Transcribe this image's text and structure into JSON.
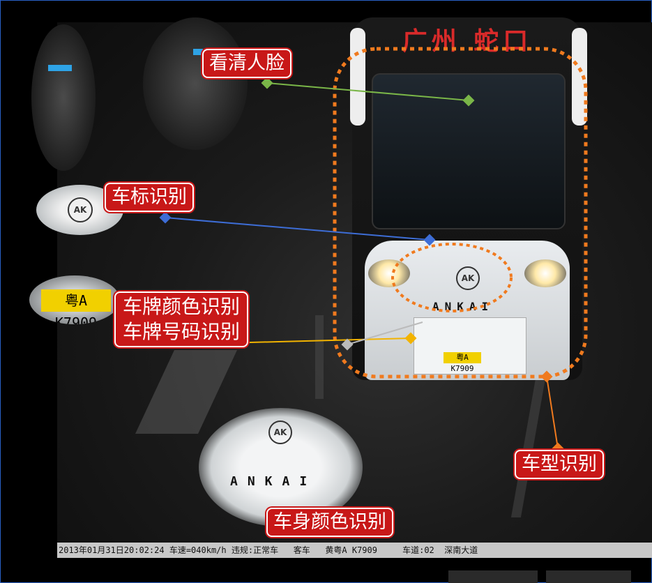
{
  "labels": {
    "face": "看清人脸",
    "brand": "车标识别",
    "plate_color": "车牌颜色识别",
    "plate_number": "车牌号码识别",
    "vehicle_type": "车型识别",
    "body_color": "车身颜色识别"
  },
  "bus": {
    "sign": "广州 蛇口",
    "brand_text": "ANKAI",
    "plate": "粤A K7909"
  },
  "insets": {
    "plate": "粤A K7909",
    "body_brand": "ANKAI",
    "logo_mark": "AK"
  },
  "status_bar": "2013年01月31日20:02:24 车速=040km/h 违规:正常车   客车   黄粤A K7909     车道:02  深南大道",
  "colors": {
    "label_bg": "#c81818",
    "frame_border": "#2a62c8",
    "plate_yellow": "#f1d000",
    "face_line": "#7ab648",
    "brand_line": "#3d6dd6",
    "plate_line": "#f2b300",
    "type_line": "#f07a1e"
  }
}
